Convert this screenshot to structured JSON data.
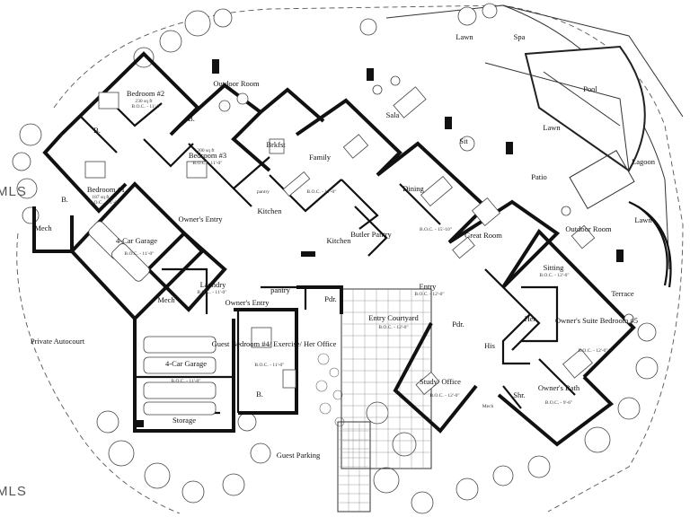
{
  "brand_watermark": "MLS",
  "brand_watermark_dup": "MLS",
  "rooms": {
    "lawn_top": "Lawn",
    "spa": "Spa",
    "pool": "Pool",
    "lawn_right": "Lawn",
    "lagoon": "Lagoon",
    "lawn_lower_right": "Lawn",
    "outdoor_room_top": "Outdoor Room",
    "sala": "Sala",
    "sit": "Sit",
    "patio": "Patio",
    "outdoor_room_right": "Outdoor Room",
    "terrace": "Terrace",
    "bedroom2": "Bedroom #2",
    "bedroom2_area": "230 sq ft",
    "bedroom2_boc": "B.O.C. - 11'-0\"",
    "bath_b1": "B.",
    "bath_b2": "B.",
    "bath_b3": "B.",
    "bath_b4": "B.",
    "bedroom3": "Bedroom #3",
    "bedroom3_area": "200 sq ft",
    "bedroom3_boc": "B.O.C. - 11'-0\"",
    "bedroom1": "Bedroom #1",
    "bedroom1_area": "187 sq ft",
    "bedroom1_boc": "B.O.C. - 11'-0\"",
    "mech_left": "Mech",
    "brkfst": "Brkfst",
    "family": "Family",
    "family_boc": "B.O.C. - 11'-0\"",
    "kitchen": "Kitchen",
    "kitchen2": "Kitchen",
    "butler_pantry": "Butler Pantry",
    "pantry_small": "pantry",
    "dining": "Dining",
    "great_room": "Great Room",
    "great_room_boc": "B.O.C. - 15'-10\"",
    "garage4_top": "4-Car Garage",
    "garage4_top_boc": "B.O.C. - 11'-0\"",
    "owners_entry_top": "Owner's Entry",
    "laundry": "Laundry",
    "laundry_boc": "B.O.C. - 11'-0\"",
    "mech_mid": "Mech",
    "owners_entry_mid": "Owner's Entry",
    "pantry_mid": "pantry",
    "pdr_mid": "Pdr.",
    "entry": "Entry",
    "entry_boc": "B.O.C. - 12'-0\"",
    "entry_courtyard": "Entry Courtyard",
    "entry_courtyard_boc": "B.O.C. - 12'-0\"",
    "sitting": "Sitting",
    "sitting_boc": "B.O.C. - 12'-0\"",
    "her": "Her",
    "his": "His",
    "pdr_right": "Pdr.",
    "owners_suite": "Owner's Suite Bedroom #5",
    "owners_suite_boc": "B.O.C. - 12'-0\"",
    "study_office": "Study/ Office",
    "study_boc": "B.O.C. - 12'-0\"",
    "shr": "Shr.",
    "owners_bath": "Owner's Bath",
    "owners_bath_boc": "B.O.C. - 9'-6\"",
    "mech_right": "Mech",
    "guest_bedroom": "Guest Bedroom #4/ Exercise/ Her Office",
    "guest_bedroom_boc": "B.O.C. - 11'-0\"",
    "garage4_bottom": "4-Car Garage",
    "garage4_bottom_boc": "B.O.C. - 11'-0\"",
    "storage": "Storage",
    "private_autocourt": "Private Autocourt",
    "guest_parking": "Guest Parking"
  }
}
